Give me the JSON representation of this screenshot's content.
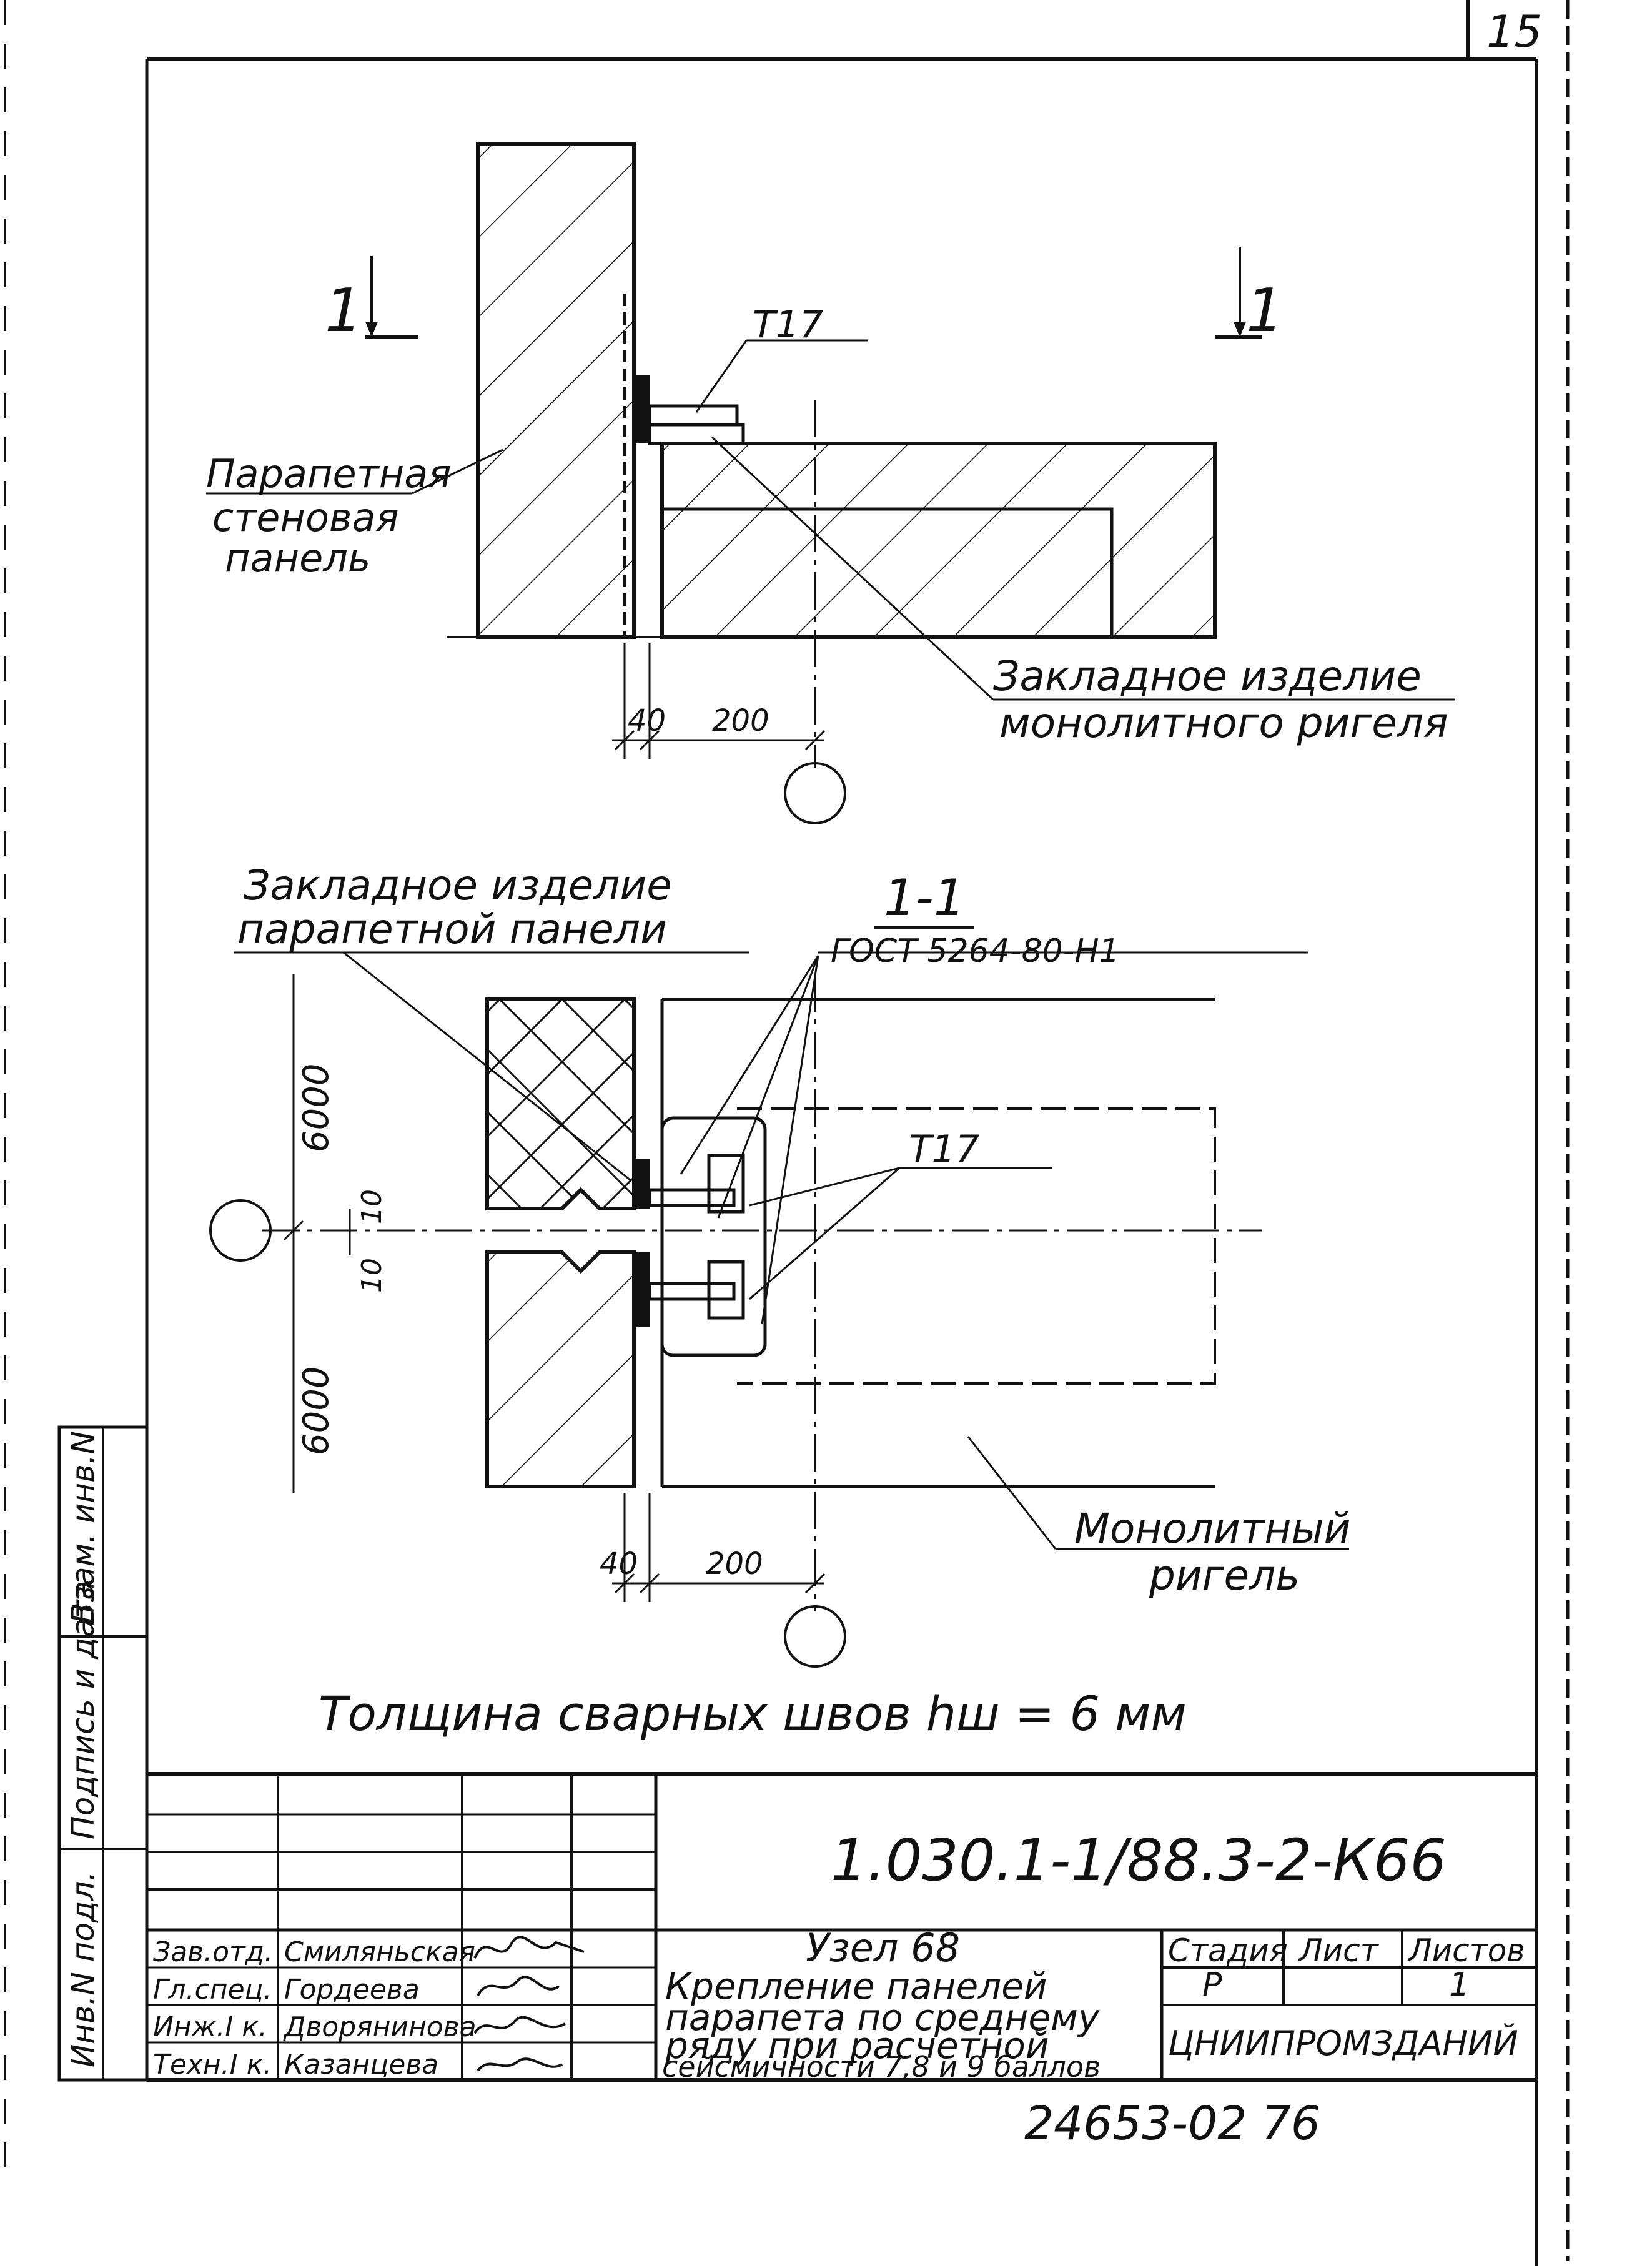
{
  "sheet_number": "15",
  "section_marks": {
    "top_left": "1",
    "top_right": "1"
  },
  "labels": {
    "t17_top": "Т17",
    "parapet_panel": [
      "Парапетная",
      "стеновая",
      "панель"
    ],
    "embedded_beam": [
      "Закладное изделие",
      "монолитного ригеля"
    ],
    "embedded_panel": [
      "Закладное изделие",
      "парапетной панели"
    ],
    "section_title": "1-1",
    "gost": "ГОСТ 5264-80-Н1",
    "t17_bottom": "Т17",
    "monolithic_beam": [
      "Монолитный",
      "ригель"
    ],
    "weld_note": "Толщина   сварных   швов  hш = 6 мм"
  },
  "dimensions": {
    "top_40": "40",
    "top_200": "200",
    "height_upper": "6000",
    "height_lower": "6000",
    "gap_a": "10",
    "gap_b": "10",
    "bottom_40": "40",
    "bottom_200": "200"
  },
  "side_stamp": [
    "Инв.N подл.",
    "Подпись и дата",
    "Взам. инв.N"
  ],
  "title_block": {
    "code": "1.030.1-1/88.3-2-К66",
    "node": "Узел 68",
    "description": [
      "Крепление панелей",
      "парапета по среднему",
      "ряду при расчетной",
      "сейсмичности 7,8 и 9 баллов"
    ],
    "stage_header": "Стадия",
    "sheet_header": "Лист",
    "sheets_header": "Листов",
    "stage_value": "Р",
    "sheets_value": "1",
    "organization": "ЦНИИПРОМЗДАНИЙ",
    "signatures": [
      {
        "role": "Зав.отд.",
        "name": "Смиляньская"
      },
      {
        "role": "Гл.спец.",
        "name": "Гордеева"
      },
      {
        "role": "Инж.I к.",
        "name": "Дворянинова"
      },
      {
        "role": "Техн.I к.",
        "name": "Казанцева"
      }
    ],
    "archive_number": "24653-02  76"
  }
}
